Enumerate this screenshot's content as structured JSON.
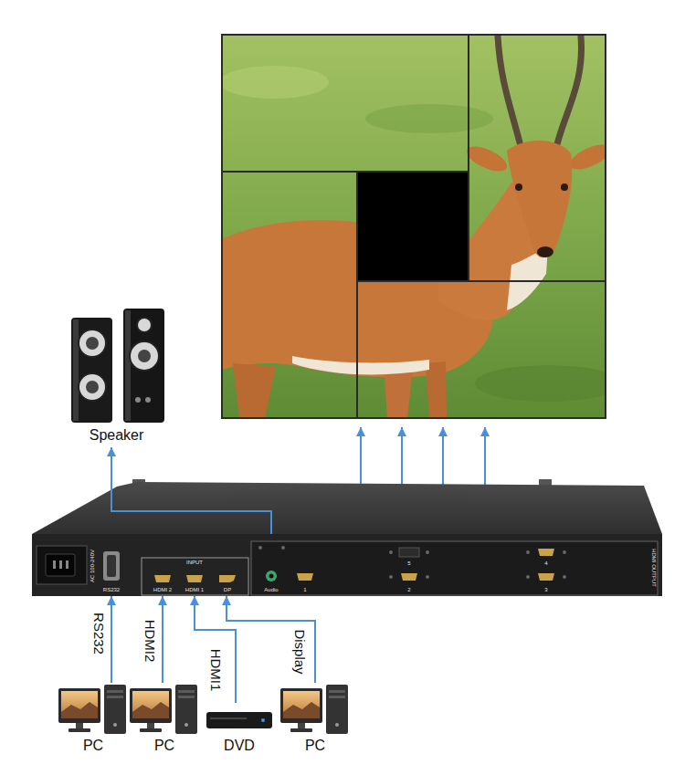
{
  "diagram": {
    "nodes": [
      {
        "text": [
          "Speaker"
        ]
      },
      {
        "text": [
          "AC 100-240V",
          "RS232",
          "INPUT",
          "HDMI 2",
          "HDMI 1",
          "DP",
          "Audio",
          "1",
          "5",
          "2",
          "4",
          "3",
          "HDMI OUTPUT"
        ]
      },
      {
        "text": [
          "PC"
        ]
      },
      {
        "text": [
          "PC"
        ]
      },
      {
        "text": [
          "DVD"
        ]
      },
      {
        "text": [
          "PC"
        ]
      }
    ],
    "edges": [
      {
        "from": 1,
        "to": 0,
        "arrow": "to"
      },
      {
        "from": 2,
        "to": 1,
        "label": "RS232",
        "arrow": "to"
      },
      {
        "from": 3,
        "to": 1,
        "label": "HDMI2",
        "arrow": "to"
      },
      {
        "from": 4,
        "to": 1,
        "label": "HDMI1",
        "arrow": "to"
      },
      {
        "from": 5,
        "to": 1,
        "label": "Display",
        "arrow": "to"
      }
    ]
  }
}
